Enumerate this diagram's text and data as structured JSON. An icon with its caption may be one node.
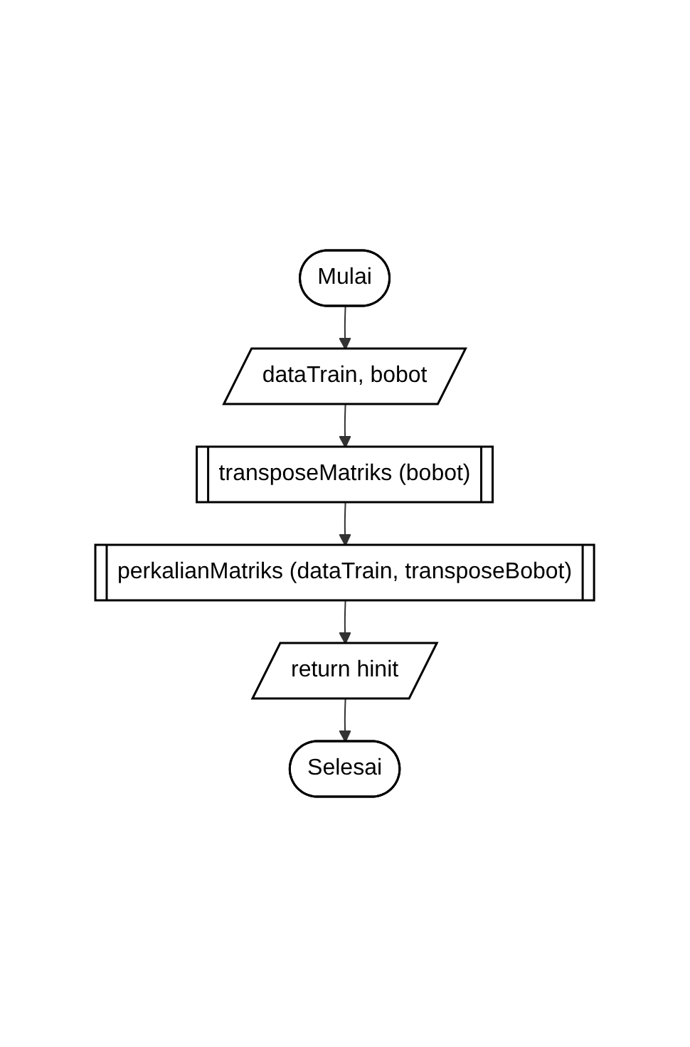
{
  "diagram": {
    "nodes": [
      {
        "text": [
          "Mulai"
        ]
      },
      {
        "text": [
          "dataTrain, bobot"
        ]
      },
      {
        "text": [
          "transposeMatriks (bobot)"
        ]
      },
      {
        "text": [
          "perkalianMatriks (dataTrain, transposeBobot)"
        ]
      },
      {
        "text": [
          "return hinit"
        ]
      },
      {
        "text": [
          "Selesai"
        ]
      }
    ],
    "edges": [
      {
        "from": 0,
        "to": 1,
        "arrow": "to"
      },
      {
        "from": 1,
        "to": 2,
        "arrow": "to"
      },
      {
        "from": 2,
        "to": 3,
        "arrow": "to"
      },
      {
        "from": 3,
        "to": 4,
        "arrow": "to"
      },
      {
        "from": 4,
        "to": 5,
        "arrow": "to"
      }
    ]
  }
}
